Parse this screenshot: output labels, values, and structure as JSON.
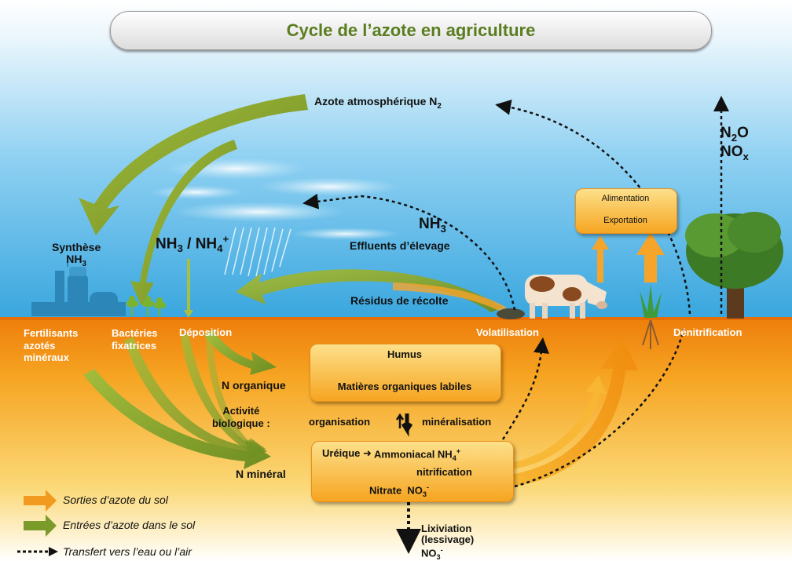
{
  "title": "Cycle de l’azote en agriculture",
  "labels": {
    "atmospheric": "Azote atmosphérique N",
    "atmospheric_sub": "2",
    "n2o": "N",
    "n2o_sub": "2",
    "n2o_tail": "O",
    "nox": "NO",
    "nox_sub": "x",
    "synthese": "Synthèse",
    "synthese_nh": "NH",
    "synthese_sub": "3",
    "nh3_nh4_a": "NH",
    "nh3_nh4_sub": "3",
    "nh3_nh4_b": " / NH",
    "nh3_nh4_sub2": "4",
    "nh3_nh4_sup": "+",
    "nh3": "NH",
    "nh3_sub": "3",
    "effluents": "Effluents d’élevage",
    "residus": "Résidus de récolte",
    "alimentation": "Alimentation",
    "exportation": "Exportation",
    "fertilisants": "Fertilisants",
    "azotes": "azotés",
    "mineraux": "minéraux",
    "bacteries": "Bactéries",
    "fixatrices": "fixatrices",
    "deposition": "Déposition",
    "volatilisation": "Volatilisation",
    "denitrification": "Dénitrification",
    "humus": "Humus",
    "matieres": "Matières organiques labiles",
    "n_organique": "N organique",
    "activite": "Activité",
    "biologique": "biologique :",
    "organisation": "organisation",
    "mineralisation": "minéralisation",
    "ureique": "Uréique",
    "ammoniacal": "Ammoniacal NH",
    "ammoniacal_sub": "4",
    "ammoniacal_sup": "+",
    "nitrification": "nitrification",
    "nitrate": "Nitrate",
    "nitrate_no": "NO",
    "nitrate_sub": "3",
    "nitrate_sup": "-",
    "n_mineral": "N minéral",
    "lixiviation": "Lixiviation",
    "lessivage": "(lessivage)",
    "lix_no": "NO",
    "lix_sub": "3",
    "lix_sup": "-"
  },
  "legend": {
    "sorties": "Sorties d’azote du sol",
    "entrees": "Entrées d’azote dans le sol",
    "transfert": "Transfert vers l’eau ou l’air"
  },
  "colors": {
    "entrees": "#7a9a2a",
    "sorties": "#f29a1f",
    "transfert": "#111111",
    "soil": "#f08a0c",
    "sky": "#3fa9e0"
  }
}
